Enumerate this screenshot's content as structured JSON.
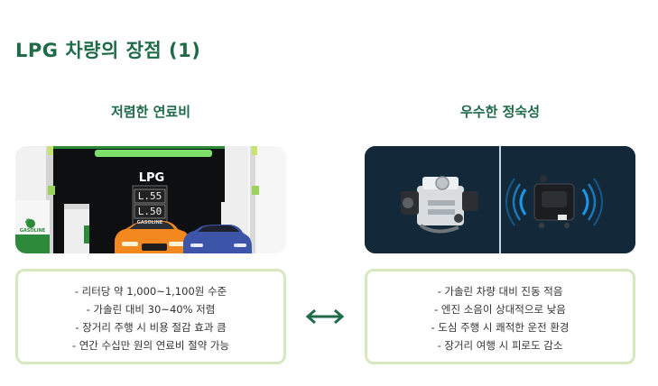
{
  "page": {
    "title": "LPG 차량의 장점 (1)"
  },
  "left": {
    "heading": "저렴한 연료비",
    "station_sign": "LPG",
    "price_line_1": "L.55",
    "price_line_2": "L.50",
    "price_brand": "GASOLINE",
    "pump_logo": "GASOLINE",
    "bullets": [
      "- 리터당 약 1,000~1,100원 수준",
      "- 가솔린 대비 30~40% 저렴",
      "- 장거리 주행 시 비용 절감 효과 큼",
      "- 연간 수십만 원의 연료비 절약 가능"
    ]
  },
  "right": {
    "heading": "우수한 정숙성",
    "bullets": [
      "- 가솔린 차량 대비 진동 적음",
      "- 엔진 소음이 상대적으로 낮음",
      "- 도심 주행 시 쾌적한 운전 환경",
      "- 장거리 여행 시 피로도 감소"
    ]
  },
  "colors": {
    "accent": "#1f6b48",
    "box_border": "#d7e7bf",
    "dark_panel": "#13293a"
  },
  "icons": {
    "connector": "double-arrow-icon"
  }
}
